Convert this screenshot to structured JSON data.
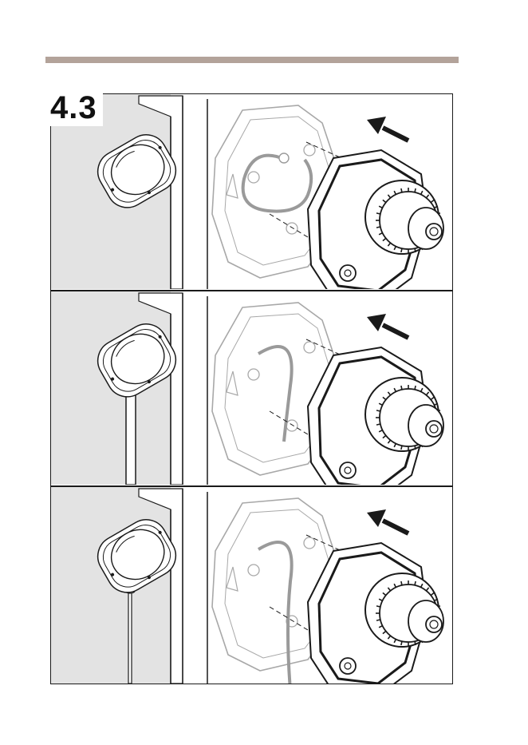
{
  "step": {
    "number": "4.3"
  },
  "colors": {
    "rule": "#b3a39a",
    "wall": "#e3e3e3",
    "ink": "#1a1a1a",
    "ghost": "#9a9a9a"
  },
  "panels": [
    {
      "variant": "cable-through-wall",
      "arrow": "push-icon"
    },
    {
      "variant": "conduit-from-below",
      "arrow": "push-icon"
    },
    {
      "variant": "cable-from-below",
      "arrow": "push-icon"
    }
  ]
}
